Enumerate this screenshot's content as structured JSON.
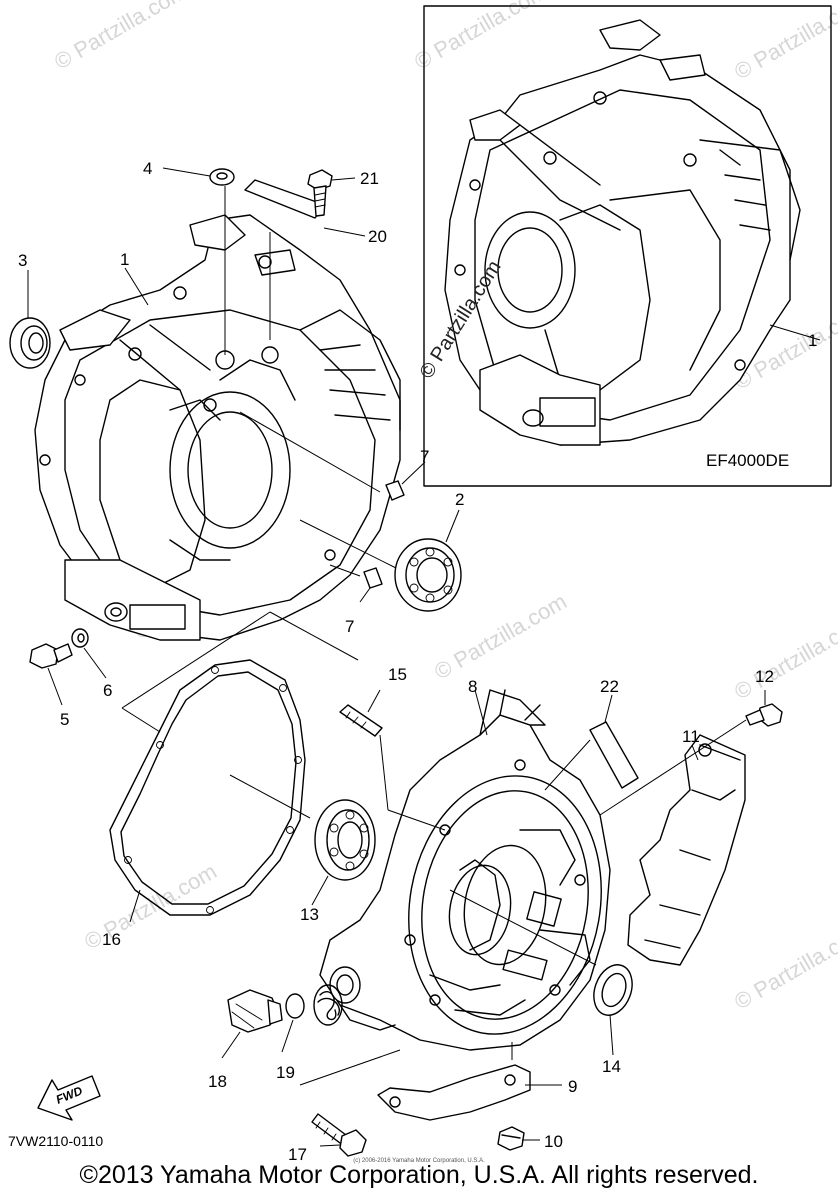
{
  "inset_model_label": "EF4000DE",
  "diagram_code": "7VW2110-0110",
  "copyright": "©2013 Yamaha Motor Corporation, U.S.A. All rights reserved.",
  "fine_print": "(c) 2006-2016 Yamaha Motor Corporation, U.S.A.",
  "fwd_label": "FWD",
  "watermark": "© Partzilla.com",
  "callouts": [
    "1",
    "1",
    "2",
    "3",
    "4",
    "5",
    "6",
    "7",
    "7",
    "8",
    "9",
    "10",
    "11",
    "12",
    "13",
    "14",
    "15",
    "16",
    "17",
    "18",
    "19",
    "20",
    "21",
    "22"
  ]
}
